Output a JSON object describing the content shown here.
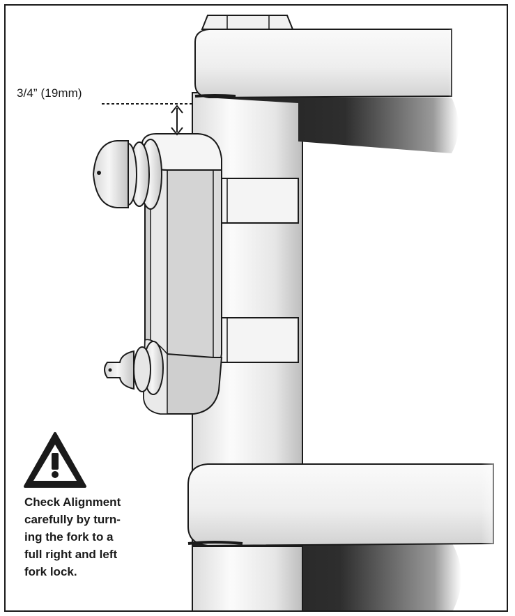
{
  "dimension": {
    "label": "3/4” (19mm)"
  },
  "warning": {
    "icon": "warning-triangle-icon",
    "lines": [
      "Check Alignment",
      "carefully by turn-",
      "ing the fork to a",
      "full right and left",
      "fork lock."
    ]
  },
  "colors": {
    "outline": "#1a1a1a",
    "metal_light": "#f2f2f2",
    "metal_shade": "#c8c8c8",
    "shadow": "#2a2a2a"
  }
}
